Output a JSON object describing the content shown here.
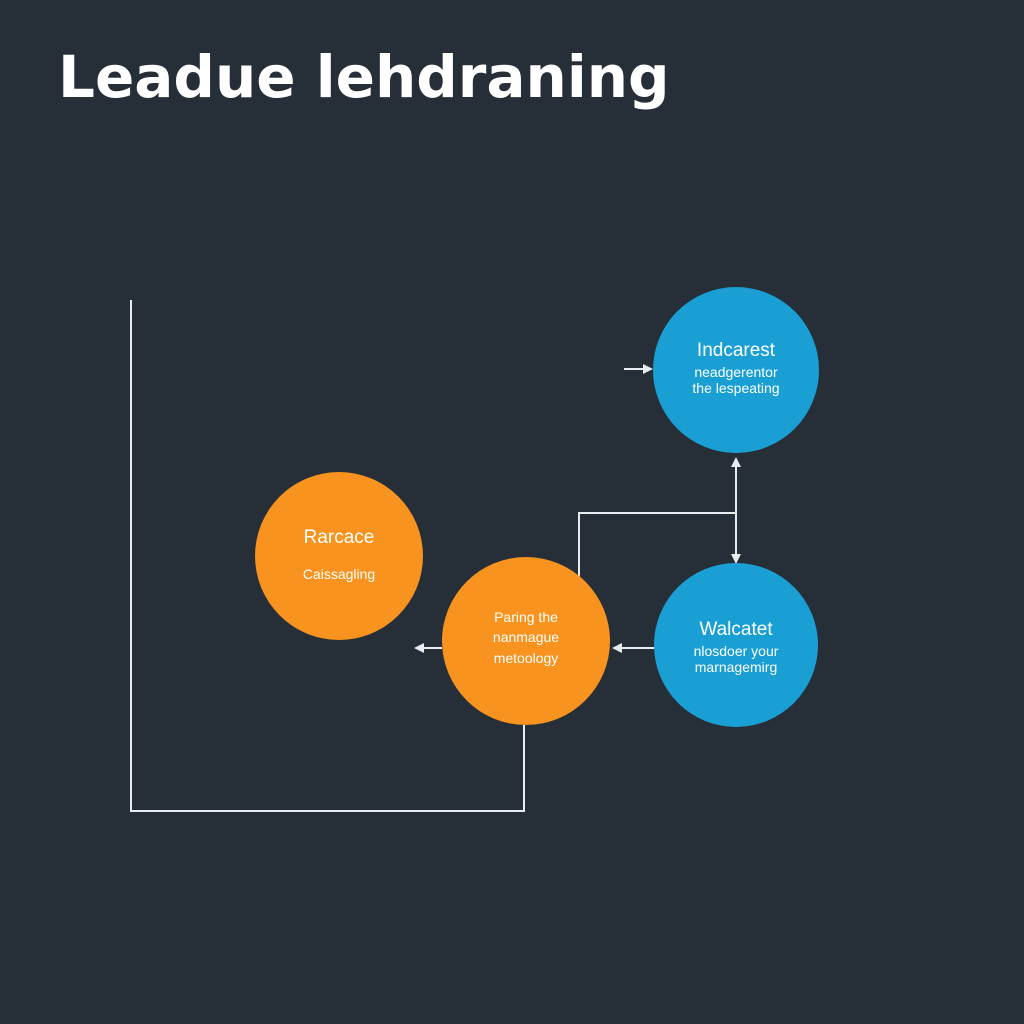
{
  "title": "Leadue lehdraning",
  "colors": {
    "background": "#262e38",
    "orange": "#f7931e",
    "blue": "#1a9fd4",
    "line": "#e8ecef"
  },
  "nodes": {
    "top_right": {
      "color": "blue",
      "lines": [
        "Indcarest",
        "neadgerentor",
        "the lespeating"
      ]
    },
    "left": {
      "color": "orange",
      "lines": [
        "Rarcace",
        "Caissagling"
      ]
    },
    "center": {
      "color": "orange",
      "lines": [
        "Paring the",
        "nanmague",
        "metoology"
      ]
    },
    "bottom_right": {
      "color": "blue",
      "lines": [
        "Walcatet",
        "nlosdoer your",
        "marnagemirg"
      ]
    }
  }
}
